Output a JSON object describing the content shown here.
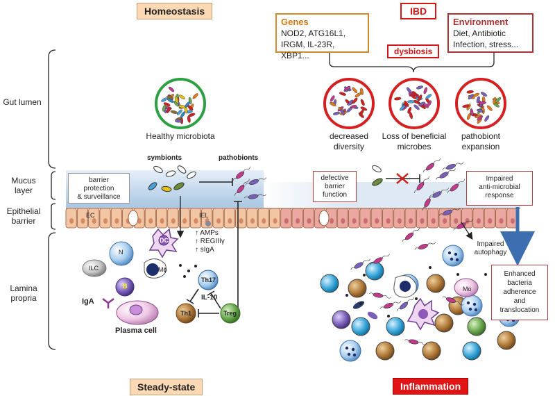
{
  "headers": {
    "homeostasis": "Homeostasis",
    "ibd": "IBD",
    "steady_state": "Steady-state",
    "inflammation": "Inflammation"
  },
  "genes_box": {
    "title": "Genes",
    "line1": "NOD2, ATG16L1,",
    "line2": "IRGM,  IL-23R,  XBP1..."
  },
  "environment_box": {
    "title": "Environment",
    "line1": "Diet, Antibiotic",
    "line2": "Infection,  stress..."
  },
  "dysbiosis": "dysbiosis",
  "compartments": {
    "gut_lumen": "Gut lumen",
    "mucus_1": "Mucus",
    "mucus_2": "layer",
    "epithelial_1": "Epithelial",
    "epithelial_2": "barrier",
    "lamina_1": "Lamina",
    "lamina_2": "propria"
  },
  "microbiota": {
    "healthy": "Healthy microbiota",
    "decreased_1": "decreased",
    "decreased_2": "diversity",
    "loss_1": "Loss of beneficial",
    "loss_2": "microbes",
    "patho_1": "pathobiont",
    "patho_2": "expansion"
  },
  "bacteria_labels": {
    "symbionts": "symbionts",
    "pathobionts": "pathobionts"
  },
  "notes": {
    "barrier_1": "barrier",
    "barrier_2": "protection",
    "barrier_3": "& surveillance",
    "defective_1": "defective",
    "defective_2": "barrier",
    "defective_3": "function",
    "impaired_am_1": "Impaired",
    "impaired_am_2": "anti-microbial",
    "impaired_am_3": "response",
    "autophagy_1": "Impaired",
    "autophagy_2": "autophagy",
    "enhanced_1": "Enhanced",
    "enhanced_2": "bacteria",
    "enhanced_3": "adherence",
    "enhanced_4": "and",
    "enhanced_5": "translocation"
  },
  "cell_labels": {
    "ec": "EC",
    "iel": "IEL",
    "dc": "DC",
    "n": "N",
    "ilc": "ILC",
    "mphi": "Mϕ",
    "b": "B",
    "iga": "IgA",
    "plasma": "Plasma cell",
    "th17": "Th17",
    "th1": "Th1",
    "treg": "Treg",
    "il10": "IL-10",
    "mo": "Mo"
  },
  "effectors": {
    "amps": "↑ AMPs",
    "reg": "↑ REGIIIγ",
    "siga": "↑ sIgA"
  },
  "colors": {
    "healthy_ring": "#2ea043",
    "ibd_ring": "#d42020",
    "mucus": "#bcd3ea",
    "epithelium": "#f2c6a4",
    "inflamed_epithelium": "#eba8a0"
  }
}
